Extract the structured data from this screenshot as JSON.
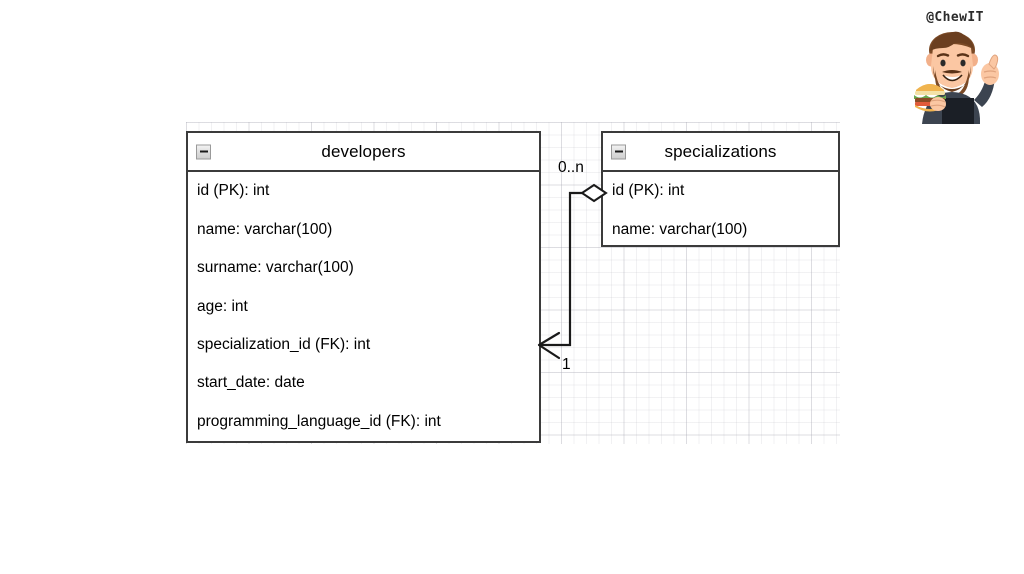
{
  "diagram": {
    "type": "entity-relationship-diagram",
    "canvas": {
      "grid": true,
      "background": "#ffffff"
    },
    "entities": [
      {
        "id": "developers",
        "title": "developers",
        "collapse_icon": "collapse-minus-icon",
        "attributes": [
          "id (PK): int",
          "name: varchar(100)",
          "surname: varchar(100)",
          "age: int",
          "specialization_id (FK): int",
          "start_date: date",
          "programming_language_id (FK): int"
        ]
      },
      {
        "id": "specializations",
        "title": "specializations",
        "collapse_icon": "collapse-minus-icon",
        "attributes": [
          "id (PK): int",
          "name: varchar(100)"
        ]
      }
    ],
    "relationship": {
      "from": "developers",
      "to": "specializations",
      "source_cardinality": "1",
      "target_cardinality": "0..n",
      "source_marker": "open-arrowhead",
      "target_marker": "open-diamond",
      "line_color": "#1a1a1a"
    }
  },
  "watermark": {
    "handle": "@ChewIT",
    "avatar": "bearded-man-with-burger-avatar"
  }
}
